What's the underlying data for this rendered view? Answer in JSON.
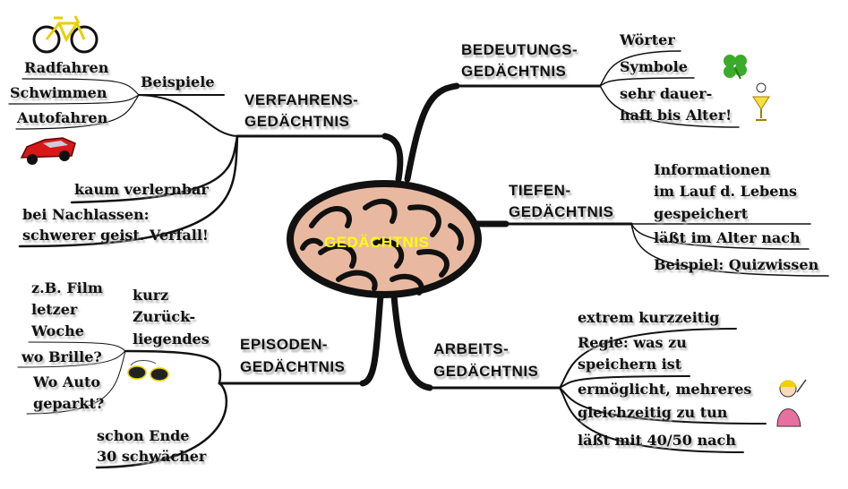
{
  "center": {
    "label": "GEDÄCHTNIS",
    "color": "#ffff00"
  },
  "branches": {
    "verfahren": {
      "title": [
        "VERFAHRENS-",
        "GEDÄCHTNIS"
      ],
      "beispiele": "Beispiele",
      "examples": [
        "Radfahren",
        "Schwimmen",
        "Autofahren"
      ],
      "items": [
        "kaum verlernbar",
        "bei Nachlassen:",
        "schwerer geist. Verfall!"
      ]
    },
    "bedeutung": {
      "title": [
        "BEDEUTUNGS-",
        "GEDÄCHTNIS"
      ],
      "items": [
        "Wörter",
        "Symbole",
        "sehr dauer-",
        "haft bis Alter!"
      ]
    },
    "tiefen": {
      "title": [
        "TIEFEN-",
        "GEDÄCHTNIS"
      ],
      "items": [
        "Informationen",
        "im Lauf d. Lebens",
        "gespeichert",
        "läßt im Alter nach",
        "Beispiel: Quizwissen"
      ]
    },
    "arbeit": {
      "title": [
        "ARBEITS-",
        "GEDÄCHTNIS"
      ],
      "items": [
        "extrem kurzzeitig",
        "Regie: was zu",
        "speichern ist",
        "ermöglicht, mehreres",
        "gleichzeitig zu tun",
        "läßt mit 40/50 nach"
      ]
    },
    "episoden": {
      "title": [
        "EPISODEN-",
        "GEDÄCHTNIS"
      ],
      "kurz": [
        "kurz",
        "Zurück-",
        "liegendes"
      ],
      "film": [
        "z.B. Film",
        "letzer",
        "Woche"
      ],
      "items": [
        "wo Brille?",
        "Wo Auto",
        "geparkt?",
        "schon Ende",
        "30 schwächer"
      ]
    }
  },
  "icons": [
    "bicycle-icon",
    "car-icon",
    "clover-icon",
    "goblet-icon",
    "sunglasses-icon",
    "woman-icon",
    "brain-icon"
  ]
}
